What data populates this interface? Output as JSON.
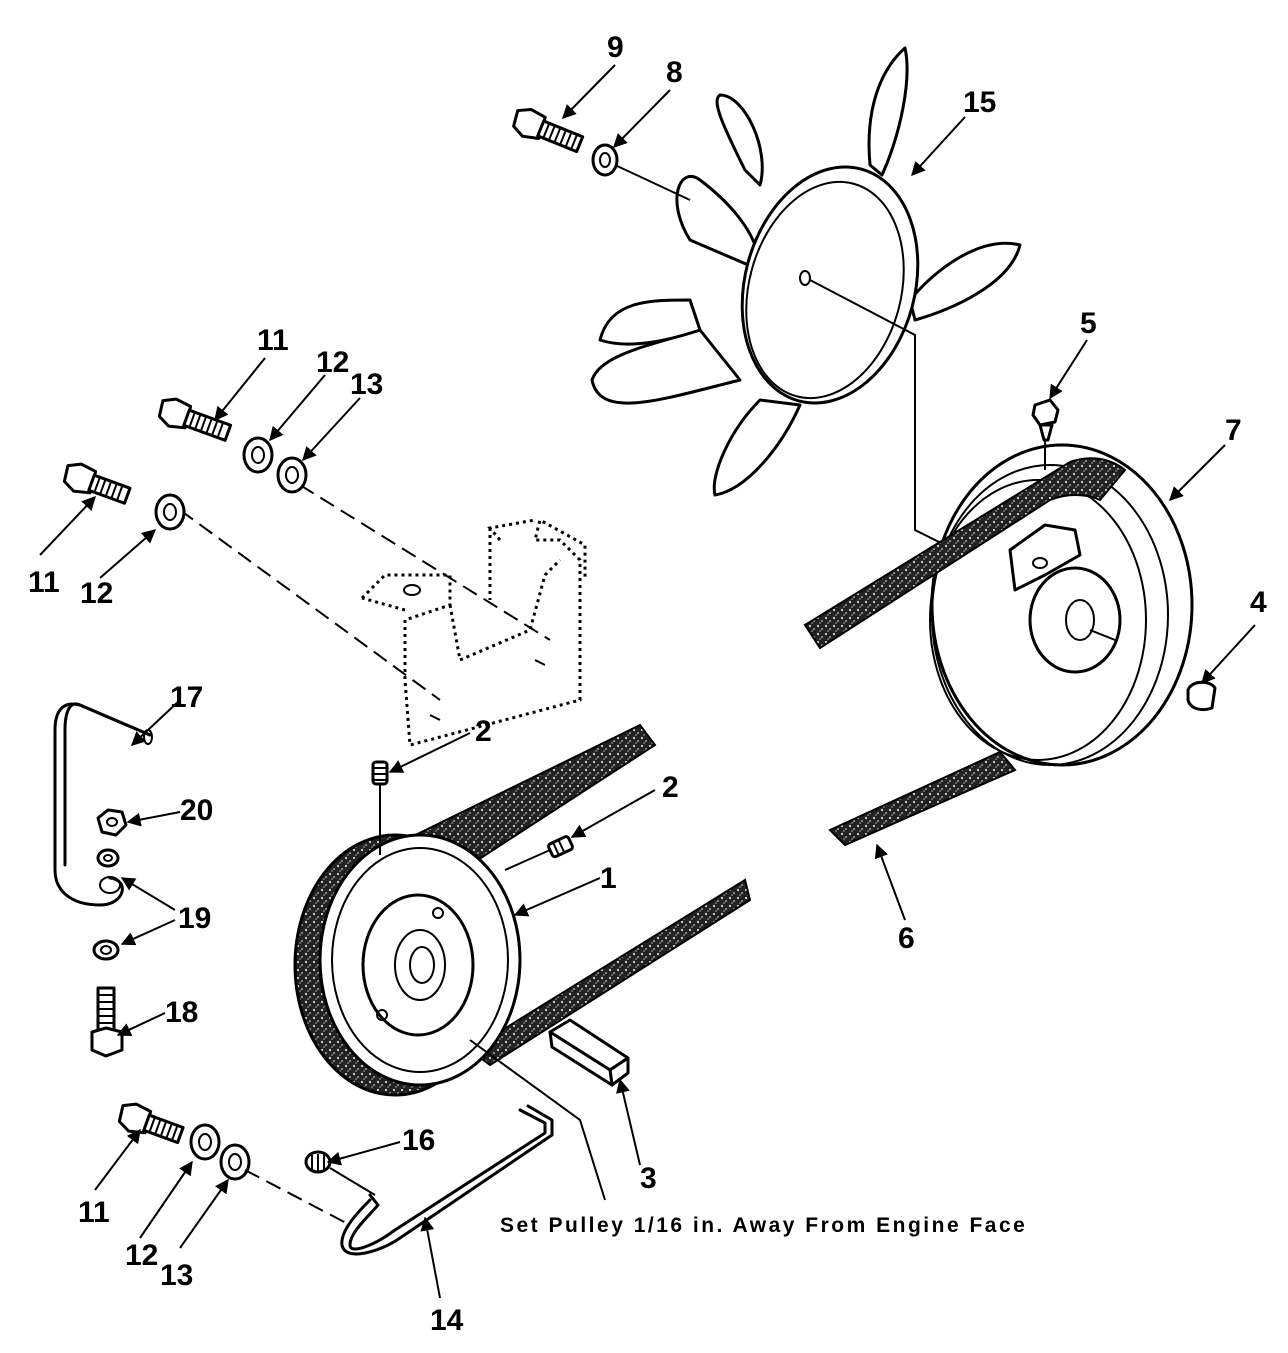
{
  "callouts": {
    "c1": "1",
    "c2a": "2",
    "c2b": "2",
    "c3": "3",
    "c4": "4",
    "c5": "5",
    "c6": "6",
    "c7": "7",
    "c8": "8",
    "c9": "9",
    "c11a": "11",
    "c11b": "11",
    "c11c": "11",
    "c12a": "12",
    "c12b": "12",
    "c12c": "12",
    "c13a": "13",
    "c13b": "13",
    "c14": "14",
    "c15": "15",
    "c16": "16",
    "c17": "17",
    "c18": "18",
    "c19": "19",
    "c20": "20"
  },
  "note": "Set Pulley 1/16 in. Away From Engine Face",
  "parts": {
    "fan": "fan-icon",
    "pulley_small": "pulley-icon",
    "pulley_large": "pulley-icon",
    "belt": "v-belt-icon",
    "bracket": "bracket-icon",
    "bolt": "bolt-icon",
    "washer": "washer-icon",
    "nut": "nut-icon",
    "key": "key-icon",
    "set_screw": "set-screw-icon",
    "rod": "rod-icon"
  }
}
